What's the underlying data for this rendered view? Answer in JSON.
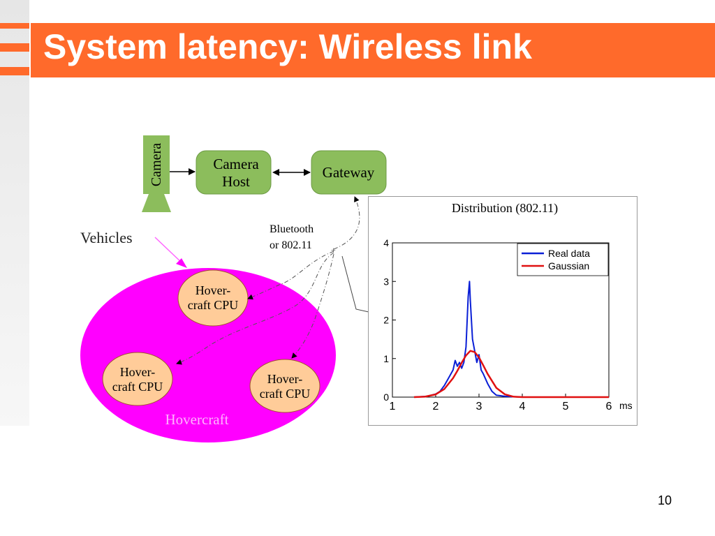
{
  "slide": {
    "title": "System latency: Wireless link",
    "page_number": "10"
  },
  "colors": {
    "title_bar": "#ff6a2b",
    "node_green": "#8cbd5c",
    "vehicle_area": "#ff00ff",
    "cpu_node": "#ffcc99",
    "series_real": "#0a1fd6",
    "series_gaussian": "#e01010"
  },
  "diagram": {
    "nodes": {
      "camera": "Camera",
      "camera_host_1": "Camera",
      "camera_host_2": "Host",
      "gateway": "Gateway",
      "cpu_line1": "Hover-",
      "cpu_line2": "craft CPU"
    },
    "labels": {
      "vehicles": "Vehicles",
      "bluetooth_1": "Bluetooth",
      "bluetooth_2": "or 802.11",
      "hovercraft": "Hovercraft"
    }
  },
  "chart_data": {
    "type": "line",
    "title": "Distribution (802.11)",
    "xlabel": "ms",
    "ylabel": "",
    "xlim": [
      1,
      6
    ],
    "ylim": [
      0,
      4
    ],
    "xticks": [
      "1",
      "2",
      "3",
      "4",
      "5",
      "6"
    ],
    "yticks": [
      "0",
      "1",
      "2",
      "3",
      "4"
    ],
    "legend_position": "top-right",
    "series": [
      {
        "name": "Real data",
        "x": [
          1.5,
          1.8,
          2.0,
          2.1,
          2.2,
          2.3,
          2.4,
          2.45,
          2.5,
          2.55,
          2.6,
          2.65,
          2.7,
          2.75,
          2.78,
          2.8,
          2.85,
          2.9,
          2.95,
          3.0,
          3.05,
          3.1,
          3.2,
          3.3,
          3.4,
          3.6,
          4.0
        ],
        "y": [
          0,
          0.02,
          0.08,
          0.15,
          0.3,
          0.5,
          0.7,
          0.95,
          0.8,
          0.9,
          0.75,
          0.9,
          1.3,
          2.6,
          3.0,
          2.5,
          1.5,
          1.2,
          0.9,
          1.1,
          0.7,
          0.6,
          0.35,
          0.15,
          0.05,
          0.02,
          0
        ]
      },
      {
        "name": "Gaussian",
        "x": [
          1.5,
          1.75,
          2.0,
          2.2,
          2.4,
          2.5,
          2.6,
          2.7,
          2.8,
          2.9,
          3.0,
          3.1,
          3.2,
          3.4,
          3.6,
          3.8,
          4.0,
          4.5,
          6.0
        ],
        "y": [
          0,
          0.01,
          0.07,
          0.21,
          0.49,
          0.68,
          0.89,
          1.08,
          1.2,
          1.17,
          1.03,
          0.82,
          0.6,
          0.24,
          0.07,
          0.01,
          0,
          0,
          0
        ]
      }
    ]
  }
}
